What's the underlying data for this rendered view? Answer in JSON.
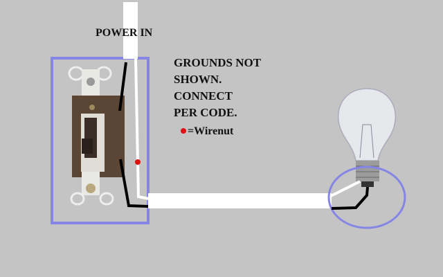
{
  "labels": {
    "power_in": "POWER IN",
    "note_lines": [
      "GROUNDS NOT",
      "SHOWN.",
      "CONNECT",
      "PER CODE."
    ],
    "legend_text": "=Wirenut"
  },
  "colors": {
    "background": "#c4c4c4",
    "box": "#8585e6",
    "wirenut": "#e01010",
    "hot_wire": "#000000",
    "neutral_wire": "#ffffff"
  }
}
